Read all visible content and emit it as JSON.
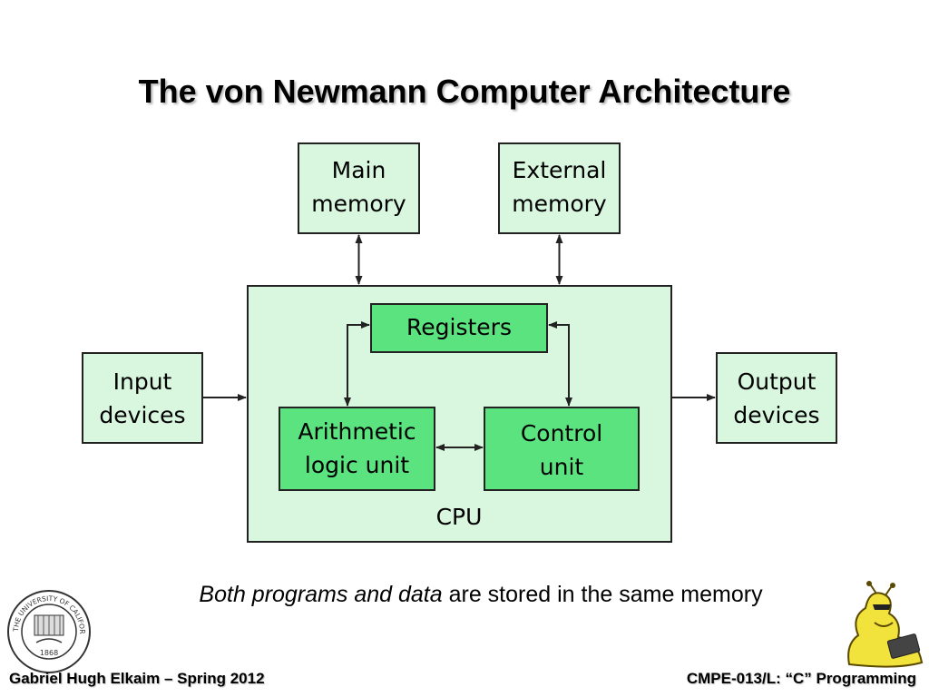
{
  "slide": {
    "title": "The von Newmann Computer Architecture",
    "caption_italic": "Both programs and data",
    "caption_rest": " are stored in the same memory",
    "footer_left": "Gabriel Hugh Elkaim – Spring 2012",
    "footer_right": "CMPE-013/L: “C” Programming"
  },
  "diagram": {
    "colors": {
      "cpu_fill": "#d9f7df",
      "box_fill": "#d9f7df",
      "unit_fill": "#5be37f",
      "stroke": "#222222"
    },
    "boxes": {
      "main_memory": [
        "Main",
        "memory"
      ],
      "external_memory": [
        "External",
        "memory"
      ],
      "input_devices": [
        "Input",
        "devices"
      ],
      "output_devices": [
        "Output",
        "devices"
      ],
      "registers": [
        "Registers"
      ],
      "alu": [
        "Arithmetic",
        "logic unit"
      ],
      "control_unit": [
        "Control",
        "unit"
      ],
      "cpu": [
        "CPU"
      ]
    }
  },
  "logos": {
    "seal_text": "THE UNIVERSITY OF CALIFORNIA",
    "seal_year": "1868"
  }
}
